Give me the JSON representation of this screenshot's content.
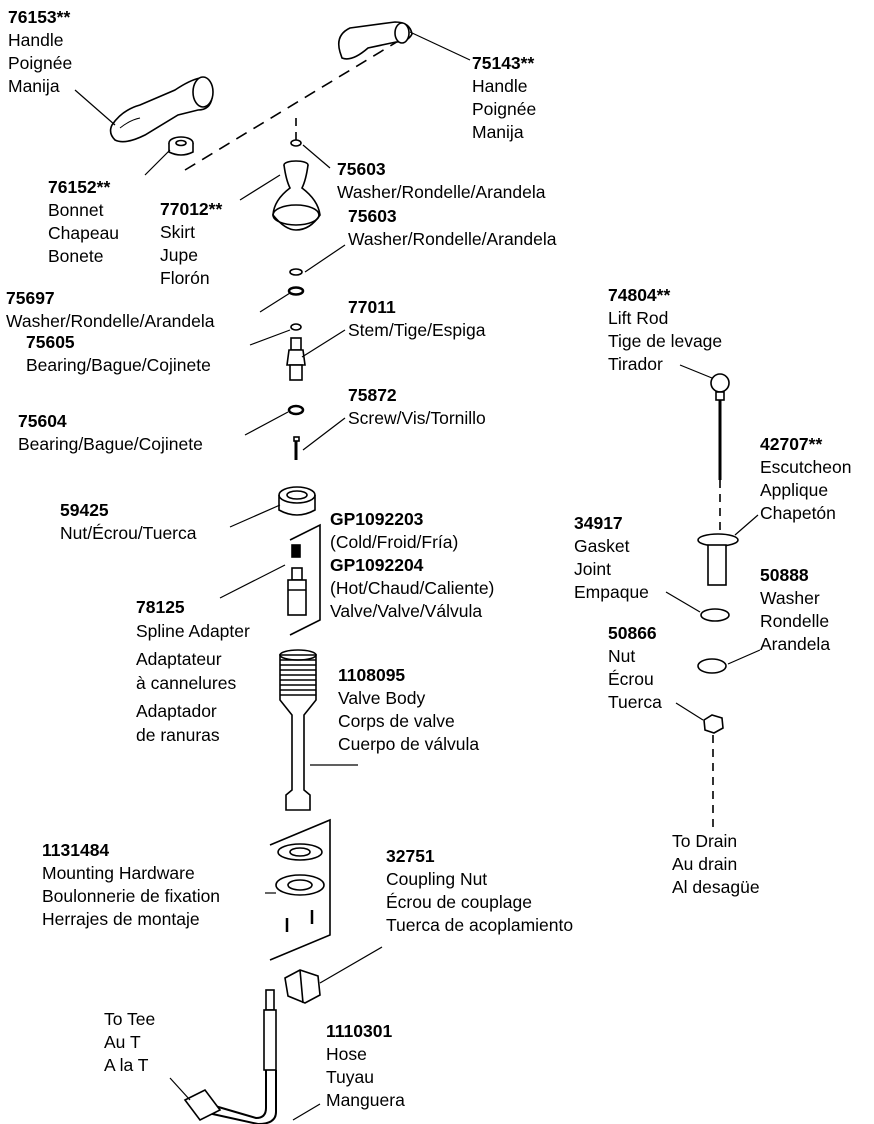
{
  "labels": {
    "handle_left": {
      "num": "76153**",
      "lines": [
        "Handle",
        "Poignée",
        "Manija"
      ]
    },
    "handle_right": {
      "num": "75143**",
      "lines": [
        "Handle",
        "Poignée",
        "Manija"
      ]
    },
    "bonnet": {
      "num": "76152**",
      "lines": [
        "Bonnet",
        "Chapeau",
        "Bonete"
      ]
    },
    "skirt": {
      "num": "77012**",
      "lines": [
        "Skirt",
        "Jupe",
        "Florón"
      ]
    },
    "washer_top": {
      "num": "75603",
      "lines": [
        "Washer/Rondelle/Arandela"
      ]
    },
    "washer_mid": {
      "num": "75603",
      "lines": [
        "Washer/Rondelle/Arandela"
      ]
    },
    "washer_left": {
      "num": "75697",
      "lines": [
        "Washer/Rondelle/Arandela"
      ]
    },
    "bearing_upper": {
      "num": "75605",
      "lines": [
        "Bearing/Bague/Cojinete"
      ]
    },
    "stem": {
      "num": "77011",
      "lines": [
        "Stem/Tige/Espiga"
      ]
    },
    "screw": {
      "num": "75872",
      "lines": [
        "Screw/Vis/Tornillo"
      ]
    },
    "bearing_lower": {
      "num": "75604",
      "lines": [
        "Bearing/Bague/Cojinete"
      ]
    },
    "nut_upper": {
      "num": "59425",
      "lines": [
        "Nut/Écrou/Tuerca"
      ]
    },
    "valve": {
      "num1": "GP1092203",
      "line1": "(Cold/Froid/Fría)",
      "num2": "GP1092204",
      "line2": "(Hot/Chaud/Caliente)",
      "line3": "Valve/Valve/Válvula"
    },
    "spline": {
      "num": "78125",
      "lines": [
        "Spline Adapter",
        "Adaptateur",
        "à cannelures",
        "Adaptador",
        "de ranuras"
      ]
    },
    "valve_body": {
      "num": "1108095",
      "lines": [
        "Valve Body",
        "Corps de valve",
        "Cuerpo de válvula"
      ]
    },
    "mounting": {
      "num": "1131484",
      "lines": [
        "Mounting Hardware",
        "Boulonnerie de fixation",
        "Herrajes de montaje"
      ]
    },
    "coupling": {
      "num": "32751",
      "lines": [
        "Coupling Nut",
        "Écrou de couplage",
        "Tuerca de acoplamiento"
      ]
    },
    "to_tee": {
      "lines": [
        "To Tee",
        "Au T",
        "A la T"
      ]
    },
    "hose": {
      "num": "1110301",
      "lines": [
        "Hose",
        "Tuyau",
        "Manguera"
      ]
    },
    "lift_rod": {
      "num": "74804**",
      "lines": [
        "Lift Rod",
        "Tige de levage",
        "Tirador"
      ]
    },
    "escutcheon": {
      "num": "42707**",
      "lines": [
        "Escutcheon",
        "Applique",
        "Chapetón"
      ]
    },
    "gasket": {
      "num": "34917",
      "lines": [
        "Gasket",
        "Joint",
        "Empaque"
      ]
    },
    "washer_drain": {
      "num": "50888",
      "lines": [
        "Washer",
        "Rondelle",
        "Arandela"
      ]
    },
    "nut_drain": {
      "num": "50866",
      "lines": [
        "Nut",
        "Écrou",
        "Tuerca"
      ]
    },
    "to_drain": {
      "lines": [
        "To Drain",
        "Au drain",
        "Al desagüe"
      ]
    }
  }
}
